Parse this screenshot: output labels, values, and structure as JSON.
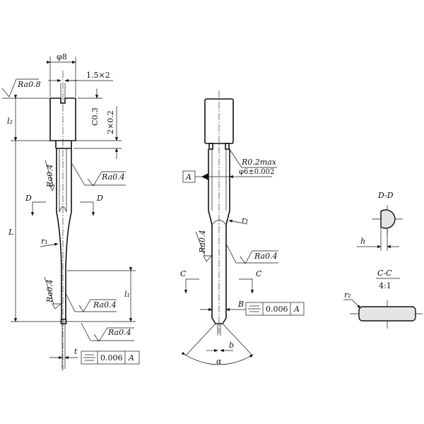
{
  "left_view": {
    "dia_head": "φ8",
    "slot": "1.5×2",
    "chamfer": "C0.3",
    "relief": "2×0.2",
    "l2": "l₂",
    "L": "L",
    "l1": "l₁",
    "r1": "r₁",
    "t": "t",
    "rough_top": "Ra0.8",
    "rough_shaft_left": "Ra0.4",
    "rough_shaft_right": "Ra0.4",
    "rough_blade_left": "Ra0.4",
    "rough_blade_right": "Ra0.4",
    "rough_tip": "Ra0.4",
    "section_label": "D",
    "tolerance": {
      "symbol": "symmetry",
      "value": "0.006",
      "datum": "A"
    }
  },
  "middle_view": {
    "radius": "R0.2max",
    "datum": "A",
    "dia_shaft": "φ6±0.002",
    "r1": "r₁",
    "rough_left": "Ra0.4",
    "rough_right": "Ra0.4",
    "section_label": "C",
    "B": "B",
    "b": "b",
    "alpha": "α",
    "tolerance": {
      "symbol": "symmetry",
      "value": "0.006",
      "datum": "A"
    }
  },
  "sections": {
    "dd_title": "D-D",
    "h": "h",
    "cc_title": "C-C",
    "cc_scale": "4:1",
    "r2": "r₂"
  }
}
